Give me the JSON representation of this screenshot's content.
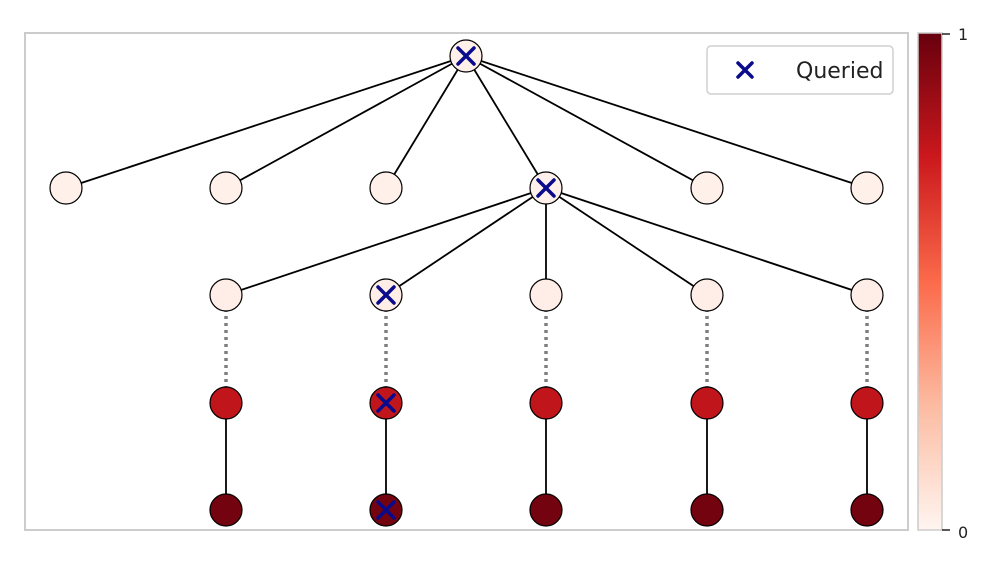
{
  "legend": {
    "label": "Queried",
    "marker_icon": "x-marker-icon",
    "marker_color": "#0a0a8c"
  },
  "colorbar": {
    "min_label": "0",
    "max_label": "1",
    "colormap": "Reds",
    "stops": [
      "#fff5f0",
      "#fcbba1",
      "#fb6a4a",
      "#cb181d",
      "#67000d"
    ]
  },
  "tree": {
    "root": {
      "value": 0.02,
      "queried": true
    },
    "level1": [
      {
        "value": 0.02,
        "queried": false
      },
      {
        "value": 0.02,
        "queried": false
      },
      {
        "value": 0.02,
        "queried": false
      },
      {
        "value": 0.02,
        "queried": true,
        "expanded": true
      },
      {
        "value": 0.02,
        "queried": false
      },
      {
        "value": 0.02,
        "queried": false
      }
    ],
    "level2": [
      {
        "value": 0.03,
        "queried": false
      },
      {
        "value": 0.03,
        "queried": true
      },
      {
        "value": 0.03,
        "queried": false
      },
      {
        "value": 0.03,
        "queried": false
      },
      {
        "value": 0.03,
        "queried": false
      }
    ],
    "level3": [
      {
        "value": 0.78,
        "queried": false
      },
      {
        "value": 0.78,
        "queried": true
      },
      {
        "value": 0.78,
        "queried": false
      },
      {
        "value": 0.78,
        "queried": false
      },
      {
        "value": 0.78,
        "queried": false
      }
    ],
    "level4": [
      {
        "value": 0.97,
        "queried": false
      },
      {
        "value": 0.97,
        "queried": true
      },
      {
        "value": 0.97,
        "queried": false
      },
      {
        "value": 0.97,
        "queried": false
      },
      {
        "value": 0.97,
        "queried": false
      }
    ],
    "edge_color": "#000000",
    "dotted_edge_color": "#7f7f7f"
  }
}
